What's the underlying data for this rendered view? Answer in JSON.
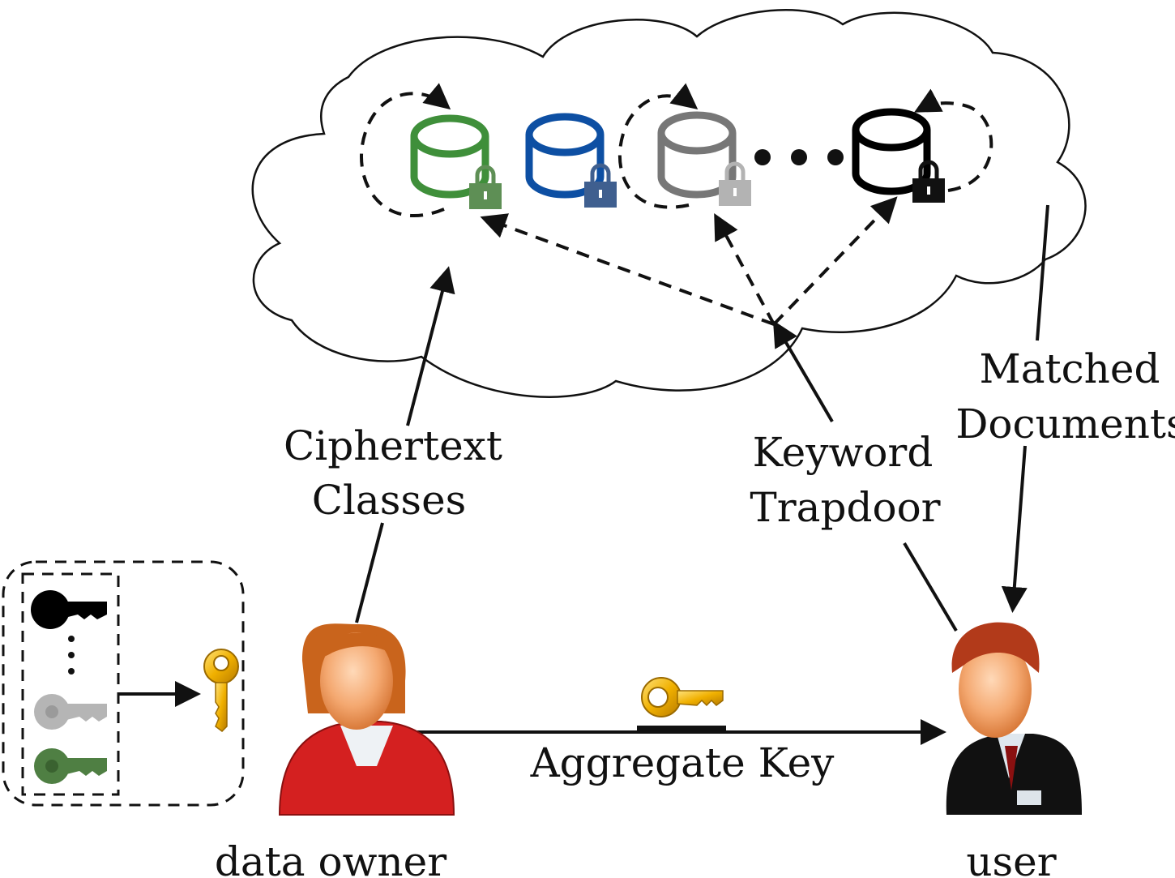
{
  "labels": {
    "ciphertext_line1": "Ciphertext",
    "ciphertext_line2": "Classes",
    "keyword_line1": "Keyword",
    "keyword_line2": "Trapdoor",
    "matched_line1": "Matched",
    "matched_line2": "Documents",
    "aggregate_key": "Aggregate Key",
    "data_owner": "data owner",
    "user": "user"
  },
  "colors": {
    "class_1": "#3f8f3a",
    "class_2": "#0d4fa3",
    "class_3": "#777777",
    "class_4": "#000000",
    "lock_1": "#5e8f55",
    "lock_2": "#3f5f8f",
    "lock_3": "#b3b3b3",
    "lock_4": "#111111",
    "key_black": "#000000",
    "key_gray": "#b5b5b5",
    "key_green": "#4f7f43",
    "aggregate_key": "#f0b000",
    "owner_shirt": "#d42020",
    "owner_hair": "#c9641c",
    "user_suit": "#111111",
    "user_hair": "#b23a1a",
    "skin": "#f4b080"
  },
  "icons": {
    "cloud": "cloud-icon",
    "database": "database-icon",
    "lock": "padlock-icon",
    "key": "key-icon",
    "person": "person-icon"
  }
}
